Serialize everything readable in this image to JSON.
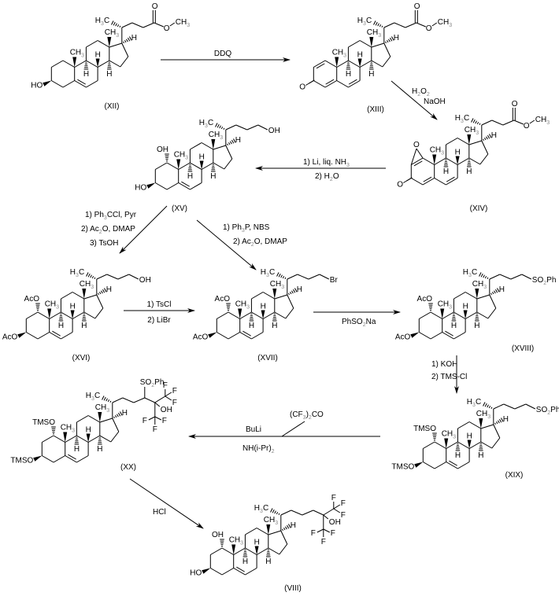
{
  "title": "Synthesis of 1α,3β-dihydroxy-hexafluoro-cholest-5-ene derivative",
  "compounds": [
    {
      "id": "XII",
      "label": "(XII)",
      "ring_a": "3-OH",
      "c1": "",
      "dienone": false,
      "epoxide": false,
      "side_chain": "ester"
    },
    {
      "id": "XIII",
      "label": "(XIII)",
      "ring_a": "3-oxo-1,4,6-triene",
      "c1": "",
      "dienone": true,
      "epoxide": false,
      "side_chain": "ester"
    },
    {
      "id": "XIV",
      "label": "(XIV)",
      "ring_a": "1,2-epoxy-3-oxo-4,6-diene",
      "c1": "O",
      "dienone": true,
      "epoxide": true,
      "side_chain": "ester"
    },
    {
      "id": "XV",
      "label": "(XV)",
      "ring_a": "1α-OH, 3β-OH",
      "c1": "OH",
      "c3": "HO",
      "side_chain": "alcohol"
    },
    {
      "id": "XVI",
      "label": "(XVI)",
      "ring_a": "1α-OAc, 3β-OAc",
      "c1": "AcO",
      "c3": "AcO",
      "side_chain": "alcohol"
    },
    {
      "id": "XVII",
      "label": "(XVII)",
      "ring_a": "1α-OAc, 3β-OAc",
      "c1": "AcO",
      "c3": "AcO",
      "side_chain": "bromide"
    },
    {
      "id": "XVIII",
      "label": "(XVIII)",
      "ring_a": "1α-OAc, 3β-OAc",
      "c1": "AcO",
      "c3": "AcO",
      "side_chain": "sulfone"
    },
    {
      "id": "XIX",
      "label": "(XIX)",
      "ring_a": "1α-OTMS, 3β-OTMS",
      "c1": "TMSO",
      "c3": "TMSO",
      "side_chain": "sulfone"
    },
    {
      "id": "XX",
      "label": "(XX)",
      "ring_a": "1α-OTMS, 3β-OTMS",
      "c1": "TMSO",
      "c3": "TMSO",
      "side_chain": "sulfone-hfa"
    },
    {
      "id": "VIII",
      "label": "(VIII)",
      "ring_a": "1α-OH, 3β-OH",
      "c1": "OH",
      "c3": "HO",
      "side_chain": "hfa"
    }
  ],
  "atoms": {
    "ho": "HO",
    "oh": "OH",
    "o": "O",
    "h": "H",
    "ch3": "CH",
    "h3c": "H",
    "c": "C",
    "three": "3",
    "two": "2",
    "br": "Br",
    "so2ph_a": "SO",
    "so2ph_b": "Ph",
    "f": "F",
    "aco": "AcO",
    "tmso": "TMSO"
  },
  "reactions": [
    {
      "from": "XII",
      "to": "XIII",
      "reagents": [
        "DDQ"
      ]
    },
    {
      "from": "XIII",
      "to": "XIV",
      "reagents": [
        "H2O2",
        "NaOH"
      ]
    },
    {
      "from": "XIV",
      "to": "XV",
      "reagents": [
        "1) Li, liq. NH3",
        "2) H2O"
      ]
    },
    {
      "from": "XV",
      "to": "XVI",
      "reagents": [
        "1) Ph3CCl, Pyr",
        "2) Ac2O, DMAP",
        "3) TsOH"
      ]
    },
    {
      "from": "XV",
      "to": "XVII",
      "reagents": [
        "1) Ph3P, NBS",
        "2) Ac2O, DMAP"
      ]
    },
    {
      "from": "XVI",
      "to": "XVII",
      "reagents": [
        "1) TsCl",
        "2) LiBr"
      ]
    },
    {
      "from": "XVII",
      "to": "XVIII",
      "reagents": [
        "PhSO2Na"
      ]
    },
    {
      "from": "XVIII",
      "to": "XIX",
      "reagents": [
        "1) KOH",
        "2) TMS-Cl"
      ]
    },
    {
      "from": "XIX",
      "to": "XX",
      "reagents": [
        "BuLi",
        "NH(i-Pr)2",
        "(CF3)2CO"
      ]
    },
    {
      "from": "XX",
      "to": "VIII",
      "reagents": [
        "HCl"
      ]
    }
  ],
  "reagent_text": {
    "ddq": "DDQ",
    "h2o2_a": "H",
    "h2o2_b": "O",
    "naoh": "NaOH",
    "li_a": "1) Li, liq. NH",
    "h2o_a": "2) H",
    "h2o_b": "O",
    "ph3ccl_a": "1) Ph",
    "ph3ccl_b": "CCl, Pyr",
    "ac2o_a": "2) Ac",
    "ac2o_b": "O, DMAP",
    "tsoh": "3) TsOH",
    "ph3p_a": "1) Ph",
    "ph3p_b": "P, NBS",
    "tscl": "1) TsCl",
    "libr": "2) LiBr",
    "phso2na_a": "PhSO",
    "phso2na_b": "Na",
    "koh": "1) KOH",
    "tmscl": "2) TMS-Cl",
    "buli": "BuLi",
    "nhipr_a": "NH(i-Pr)",
    "cf3co_a": "(CF",
    "cf3co_b": ")",
    "cf3co_c": "CO",
    "hcl": "HCl"
  }
}
